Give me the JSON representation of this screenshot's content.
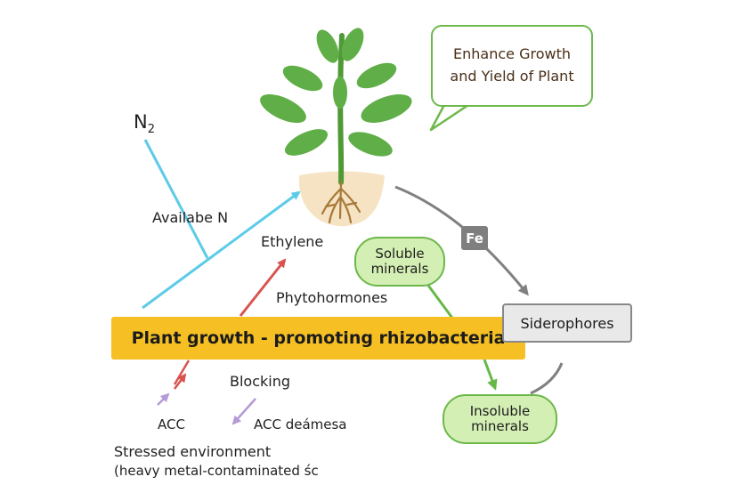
{
  "callout": {
    "line1": "Enhance Growth",
    "line2": "and Yield of Plant"
  },
  "labels": {
    "n2": "N",
    "n2_sub": "2",
    "available_n": "Availabe N",
    "ethylene": "Ethylene",
    "phytohormones": "Phytohormones",
    "blocking": "Blocking",
    "acc": "ACC",
    "acc_deaminase": "ACC deámesa",
    "stressed_line1": "Stressed environment",
    "stressed_line2": "(heavy metal-contaminated śc"
  },
  "banner": {
    "title": "Plant growth - promoting rhizobacteria"
  },
  "minerals": {
    "soluble": "Soluble minerals",
    "insoluble": "Insoluble minerals"
  },
  "siderophores": "Siderophores",
  "fe": "Fe",
  "colors": {
    "leaf": "#5fae47",
    "stem": "#4f9a35",
    "soil": "#f5e3c3",
    "root": "#a67a38",
    "blue_arrow": "#5ccbe8",
    "red_arrow": "#d9534f",
    "purple_arrow": "#b49ad6",
    "green_arrow": "#66b84a",
    "grey_arrow": "#808080",
    "banner": "#f6c025",
    "pill_fill": "#d4efb4",
    "pill_border": "#6db84b"
  }
}
